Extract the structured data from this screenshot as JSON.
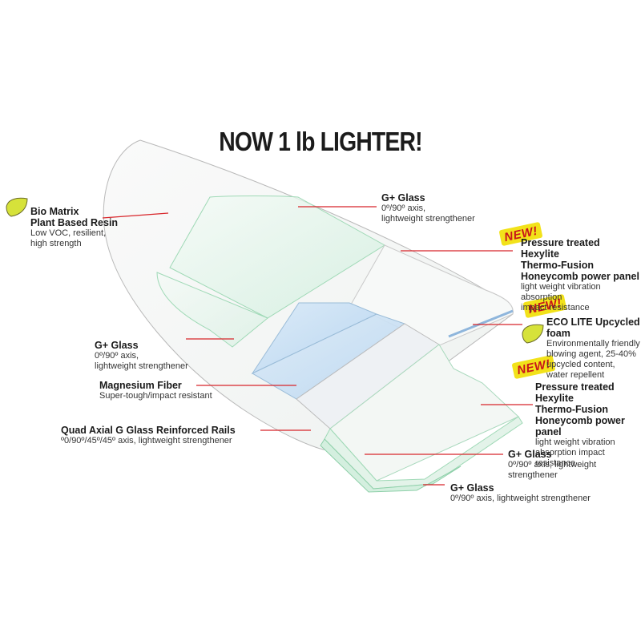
{
  "headline": "NOW 1 lb LIGHTER!",
  "badge": "NEW!",
  "colors": {
    "accent_line": "#d8252a",
    "leaf": "#d6e23a",
    "badge_bg": "#f2e21a",
    "badge_text": "#c8131a",
    "glass_tint": "#bfe8cf",
    "foam_tint": "#cfe3f5"
  },
  "labels": {
    "bio_matrix": {
      "title1": "Bio Matrix",
      "title2": "Plant Based Resin",
      "desc1": "Low VOC, resilient,",
      "desc2": "high strength"
    },
    "g_glass_top": {
      "title": "G+ Glass",
      "desc1": "0º/90º axis,",
      "desc2": "lightweight strengthener"
    },
    "hexylite_top": {
      "title1": "Pressure treated Hexylite",
      "title2": "Thermo-Fusion",
      "title3": "Honeycomb power panel",
      "desc1": "light weight vibration absorption",
      "desc2": "impact resistance"
    },
    "eco_lite": {
      "title": "ECO LITE Upcycled foam",
      "desc1": "Environmentally friendly",
      "desc2": "blowing agent, 25-40%",
      "desc3": "upcycled content,",
      "desc4": "water repellent"
    },
    "g_glass_left": {
      "title": "G+ Glass",
      "desc1": "0º/90º axis,",
      "desc2": "lightweight strengthener"
    },
    "magnesium": {
      "title": "Magnesium Fiber",
      "desc": "Super-tough/impact resistant"
    },
    "hexylite_bottom": {
      "title1": "Pressure treated Hexylite",
      "title2": "Thermo-Fusion",
      "title3": "Honeycomb power panel",
      "desc1": "light weight vibration",
      "desc2": "absorption impact resistance"
    },
    "quad_axial": {
      "title": "Quad Axial G Glass Reinforced Rails",
      "desc": "º0/90º/45º/45º axis, lightweight strengthener"
    },
    "g_glass_bottom1": {
      "title": "G+ Glass",
      "desc": "0º/90º axis, lightweight strengthener"
    },
    "g_glass_bottom2": {
      "title": "G+ Glass",
      "desc": "0º/90º axis, lightweight strengthener"
    }
  }
}
